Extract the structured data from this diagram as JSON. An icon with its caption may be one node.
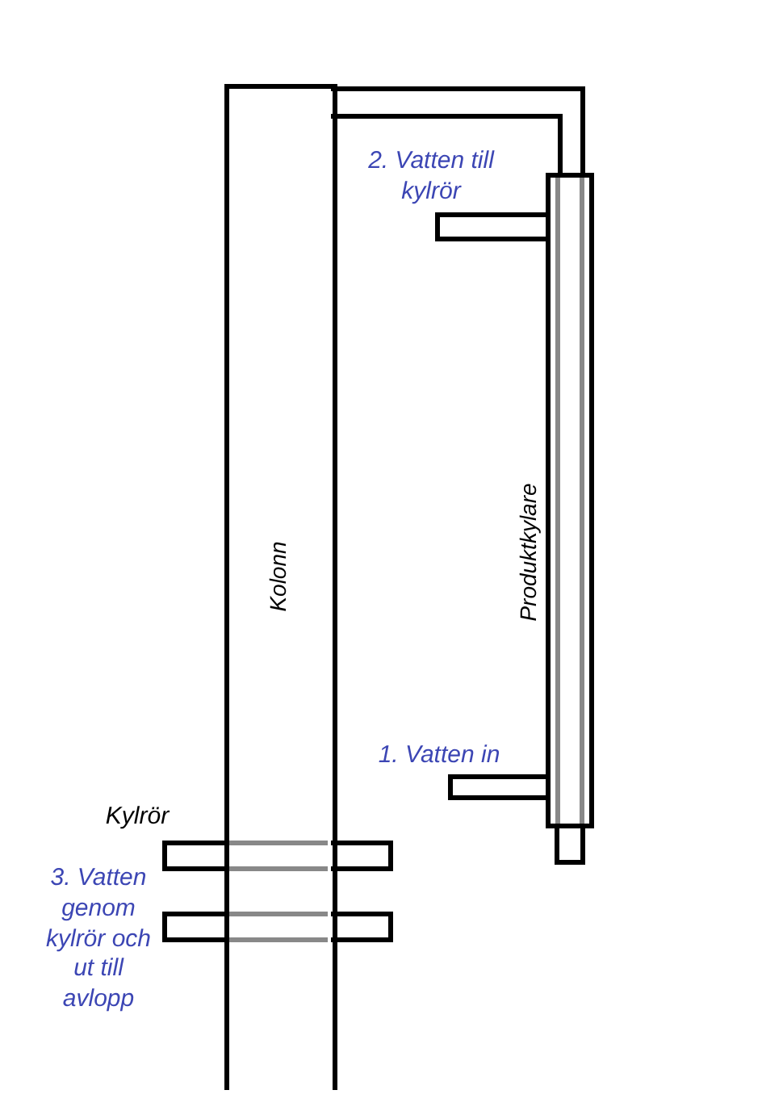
{
  "diagram": {
    "nodes": [
      {
        "text": [
          "Kolonn"
        ]
      },
      {
        "text": [
          "Produktkylare"
        ]
      }
    ],
    "edges": [
      {
        "from": 0,
        "to": 1,
        "arrow": "none"
      }
    ],
    "labels": [
      "2. Vatten till kylrör",
      "1. Vatten in",
      "Kylrör",
      "3. Vatten genom kylrör och ut till avlopp"
    ]
  }
}
